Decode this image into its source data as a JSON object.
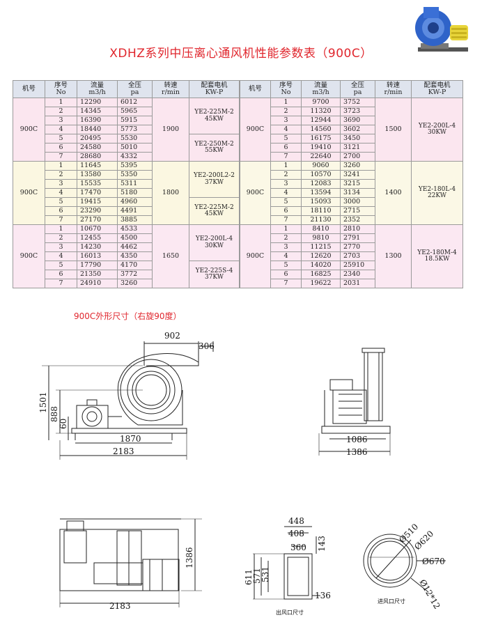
{
  "title": "XDHZ系列中压离心通风机性能参数表（900C）",
  "headers": {
    "model": "机号",
    "seq": [
      "序号",
      "No"
    ],
    "flow": [
      "流量",
      "m3/h"
    ],
    "pressure": [
      "全压",
      "pa"
    ],
    "speed": [
      "转速",
      "r/min"
    ],
    "motor": [
      "配套电机",
      "KW-P"
    ]
  },
  "left_table": [
    {
      "model": "900C",
      "speed": "1900",
      "rows": [
        [
          "1",
          "12290",
          "6012"
        ],
        [
          "2",
          "14345",
          "5965"
        ],
        [
          "3",
          "16390",
          "5915"
        ],
        [
          "4",
          "18440",
          "5773"
        ],
        [
          "5",
          "20495",
          "5530"
        ],
        [
          "6",
          "24580",
          "5010"
        ],
        [
          "7",
          "28680",
          "4332"
        ]
      ],
      "motors": [
        {
          "span": 4,
          "lines": [
            "YE2-225M-2",
            "45KW"
          ]
        },
        {
          "span": 3,
          "lines": [
            "YE2-250M-2",
            "55KW"
          ]
        }
      ]
    },
    {
      "model": "900C",
      "speed": "1800",
      "rows": [
        [
          "1",
          "11645",
          "5395"
        ],
        [
          "2",
          "13580",
          "5350"
        ],
        [
          "3",
          "15535",
          "5311"
        ],
        [
          "4",
          "17470",
          "5180"
        ],
        [
          "5",
          "19415",
          "4960"
        ],
        [
          "6",
          "23290",
          "4491"
        ],
        [
          "7",
          "27170",
          "3885"
        ]
      ],
      "motors": [
        {
          "span": 4,
          "lines": [
            "YE2-200L2-2",
            "37KW"
          ]
        },
        {
          "span": 3,
          "lines": [
            "YE2-225M-2",
            "45KW"
          ]
        }
      ]
    },
    {
      "model": "900C",
      "speed": "1650",
      "rows": [
        [
          "1",
          "10670",
          "4533"
        ],
        [
          "2",
          "12455",
          "4500"
        ],
        [
          "3",
          "14230",
          "4462"
        ],
        [
          "4",
          "16013",
          "4350"
        ],
        [
          "5",
          "17790",
          "4170"
        ],
        [
          "6",
          "21350",
          "3772"
        ],
        [
          "7",
          "24910",
          "3260"
        ]
      ],
      "motors": [
        {
          "span": 4,
          "lines": [
            "YE2-200L-4",
            "30KW"
          ]
        },
        {
          "span": 3,
          "lines": [
            "YE2-225S-4",
            "37KW"
          ]
        }
      ]
    }
  ],
  "right_table": [
    {
      "model": "900C",
      "speed": "1500",
      "rows": [
        [
          "1",
          "9700",
          "3752"
        ],
        [
          "2",
          "11320",
          "3723"
        ],
        [
          "3",
          "12944",
          "3690"
        ],
        [
          "4",
          "14560",
          "3602"
        ],
        [
          "5",
          "16175",
          "3450"
        ],
        [
          "6",
          "19410",
          "3121"
        ],
        [
          "7",
          "22640",
          "2700"
        ]
      ],
      "motors": [
        {
          "span": 7,
          "lines": [
            "YE2-200L-4",
            "30KW"
          ]
        }
      ]
    },
    {
      "model": "900C",
      "speed": "1400",
      "rows": [
        [
          "1",
          "9060",
          "3260"
        ],
        [
          "2",
          "10570",
          "3241"
        ],
        [
          "3",
          "12083",
          "3215"
        ],
        [
          "4",
          "13594",
          "3134"
        ],
        [
          "5",
          "15093",
          "3000"
        ],
        [
          "6",
          "18110",
          "2715"
        ],
        [
          "7",
          "21130",
          "2352"
        ]
      ],
      "motors": [
        {
          "span": 7,
          "lines": [
            "YE2-180L-4",
            "22KW"
          ]
        }
      ]
    },
    {
      "model": "900C",
      "speed": "1300",
      "rows": [
        [
          "1",
          "8410",
          "2810"
        ],
        [
          "2",
          "9810",
          "2791"
        ],
        [
          "3",
          "11215",
          "2770"
        ],
        [
          "4",
          "12620",
          "2703"
        ],
        [
          "5",
          "14020",
          "25910"
        ],
        [
          "6",
          "16825",
          "2340"
        ],
        [
          "7",
          "19622",
          "2031"
        ]
      ],
      "motors": [
        {
          "span": 7,
          "lines": [
            "YE2-180M-4",
            "18.5KW"
          ]
        }
      ]
    }
  ],
  "section_title": "900C外形尺寸（右旋90度）",
  "dims": {
    "d902": "902",
    "d306": "306",
    "d1501": "1501",
    "d888": "888",
    "d60": "60",
    "d1870": "1870",
    "d2183a": "2183",
    "d1086": "1086",
    "d1386a": "1386",
    "d1386b": "1386",
    "d2183b": "2183",
    "d448": "448",
    "d408": "408",
    "d360": "360",
    "d143": "143",
    "d611": "611",
    "d571": "571",
    "d531": "531",
    "d136": "136",
    "d510": "Ø510",
    "d620": "Ø620",
    "d670": "Ø670",
    "d12": "Ø12*12"
  },
  "labels": {
    "outlet": "出风口尺寸",
    "inlet": "进风口尺寸"
  },
  "colors": {
    "title_red": "#e0262d",
    "header_bg": "#dfe4ee",
    "group_pink": "#fbe6ef",
    "group_yellow": "#fbf7e1"
  }
}
